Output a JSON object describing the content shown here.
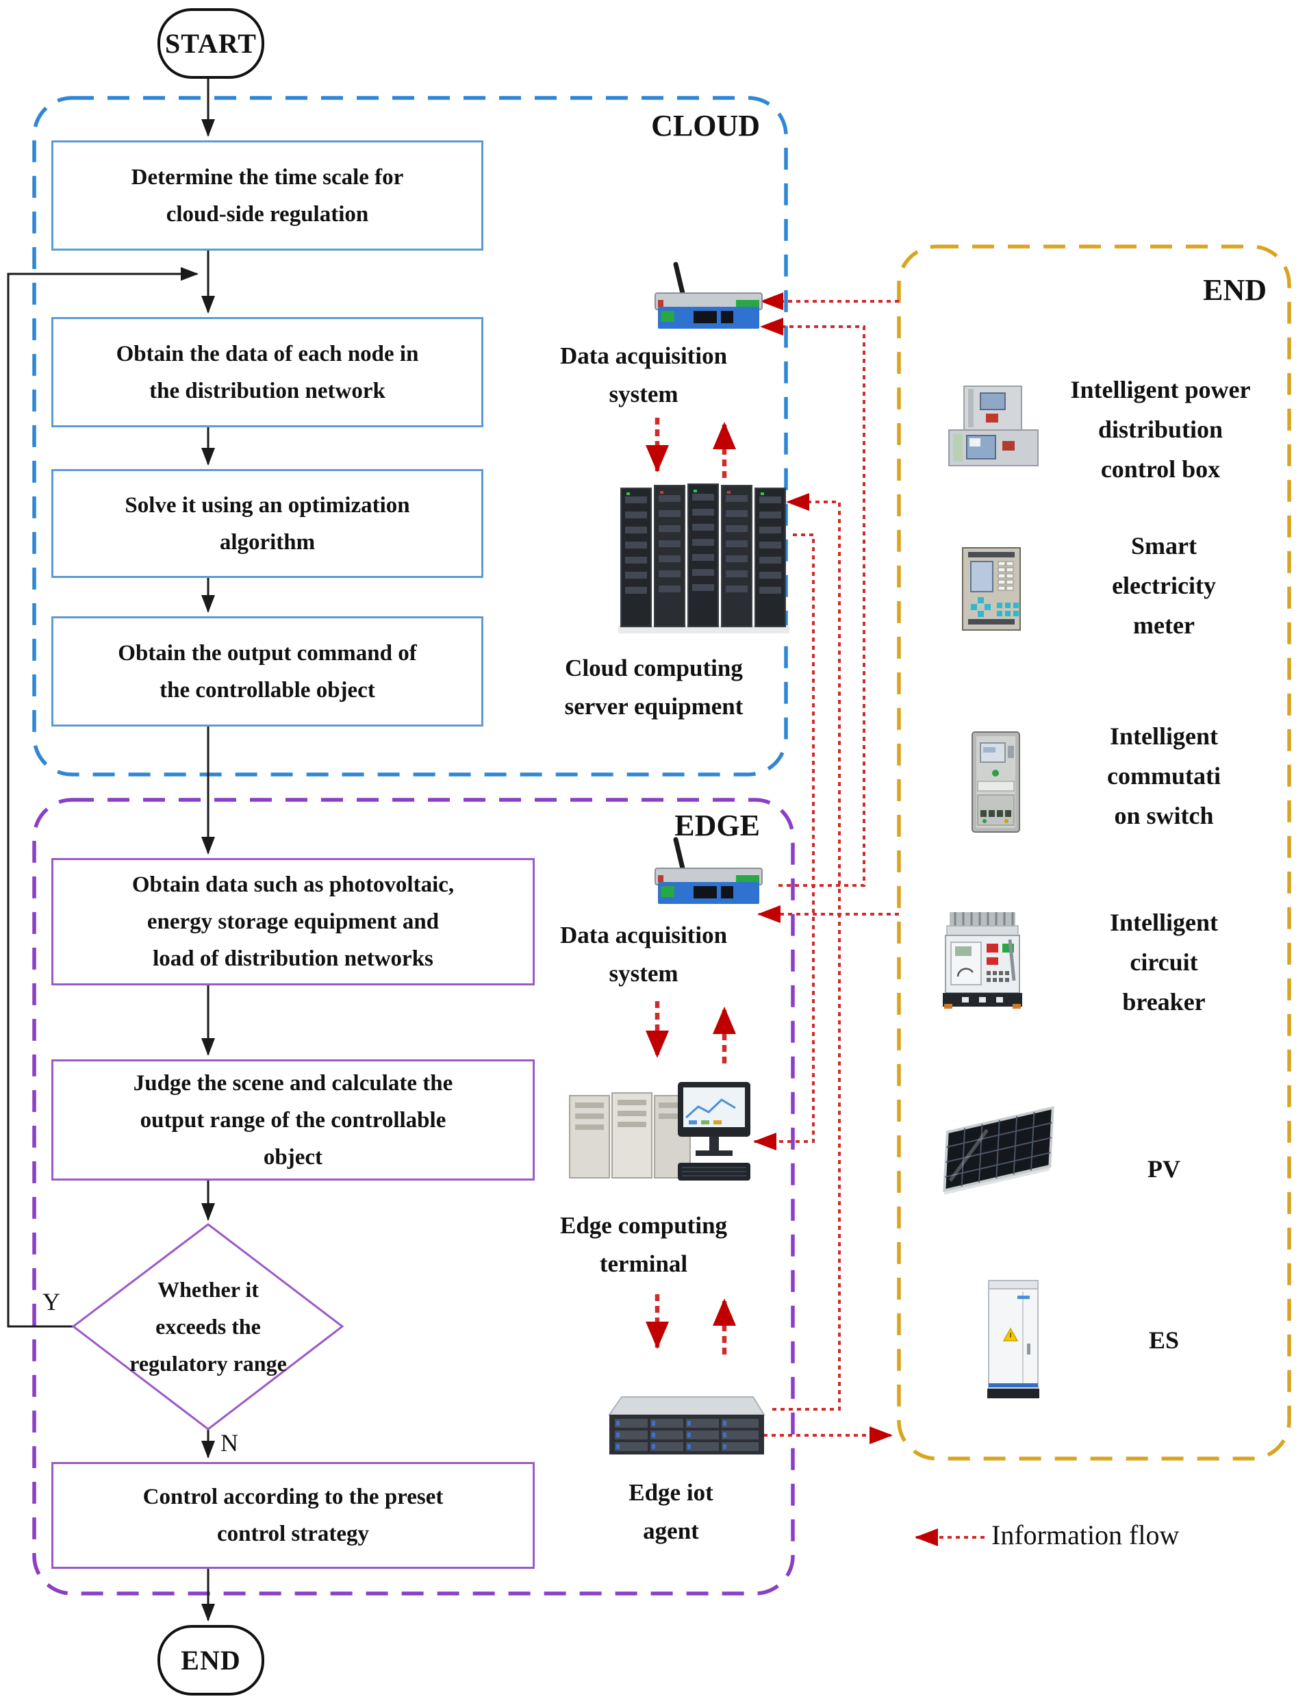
{
  "figure": {
    "type": "flowchart",
    "topic": "cloud-edge-end coordinated regulation of distribution network"
  },
  "regions": {
    "cloud": {
      "label": "CLOUD"
    },
    "edge": {
      "label": "EDGE"
    },
    "end": {
      "label": "END"
    }
  },
  "terminals": {
    "start": {
      "label": "START"
    },
    "end": {
      "label": "END"
    }
  },
  "steps": {
    "s1": {
      "lines": [
        "Determine the time scale for",
        "cloud-side regulation"
      ]
    },
    "s2": {
      "lines": [
        "Obtain the data of each node in",
        "the distribution network"
      ]
    },
    "s3": {
      "lines": [
        "Solve it using an optimization",
        "algorithm"
      ]
    },
    "s4": {
      "lines": [
        "Obtain the output command of",
        "the controllable object"
      ]
    },
    "s5": {
      "lines": [
        "Obtain data such as photovoltaic,",
        "energy storage equipment and",
        "load of distribution networks"
      ]
    },
    "s6": {
      "lines": [
        "Judge the scene and calculate the",
        "output range of the controllable",
        "object"
      ]
    },
    "s7": {
      "lines": [
        "Control according to the preset",
        "control strategy"
      ]
    }
  },
  "decision": {
    "lines": [
      "Whether it",
      "exceeds the",
      "regulatory range"
    ],
    "yes_label": "Y",
    "no_label": "N"
  },
  "cloud_equipment": {
    "daq": {
      "lines": [
        "Data acquisition",
        "system"
      ]
    },
    "server": {
      "lines": [
        "Cloud computing",
        "server equipment"
      ]
    }
  },
  "edge_equipment": {
    "daq": {
      "lines": [
        "Data acquisition",
        "system"
      ]
    },
    "terminal": {
      "lines": [
        "Edge computing",
        "terminal"
      ]
    },
    "iot": {
      "lines": [
        "Edge iot",
        "agent"
      ]
    }
  },
  "end_devices": [
    {
      "id": "intelligent-power-distribution-control-box",
      "lines": [
        "Intelligent power",
        "distribution",
        "control box"
      ]
    },
    {
      "id": "smart-electricity-meter",
      "lines": [
        "Smart",
        "electricity",
        "meter"
      ]
    },
    {
      "id": "intelligent-commutation-switch",
      "lines": [
        "Intelligent",
        "commutati",
        "on switch"
      ]
    },
    {
      "id": "intelligent-circuit-breaker",
      "lines": [
        "Intelligent",
        "circuit",
        "breaker"
      ]
    },
    {
      "id": "pv",
      "lines": [
        "PV"
      ]
    },
    {
      "id": "es",
      "lines": [
        "ES"
      ]
    }
  ],
  "legend": {
    "label": "Information flow"
  },
  "colors": {
    "cloud-border": "#2f86d6",
    "cloud-box": "#5b9bd5",
    "edge-border": "#8a3fc6",
    "edge-box": "#9b59c7",
    "end-border": "#d9a41e",
    "info-flow": "#d02a2a",
    "arrowhead-red": "#c00000",
    "flow-arrow": "#1a1a1a",
    "text": "#111111"
  }
}
